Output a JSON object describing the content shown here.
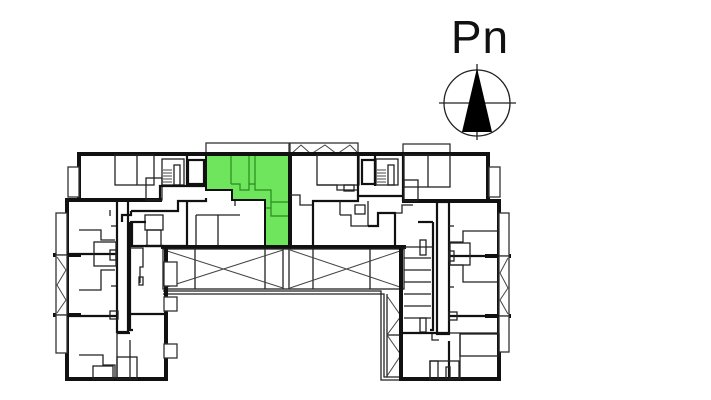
{
  "compass": {
    "label": "Pn",
    "meaning": "north",
    "icon": "north-arrow-icon"
  },
  "floor_plan": {
    "highlighted_unit": {
      "state": "selected",
      "color": "#6ee55c",
      "outline_color": "#2a8a1e"
    },
    "wall_color": "#111111",
    "background_color": "#ffffff"
  }
}
